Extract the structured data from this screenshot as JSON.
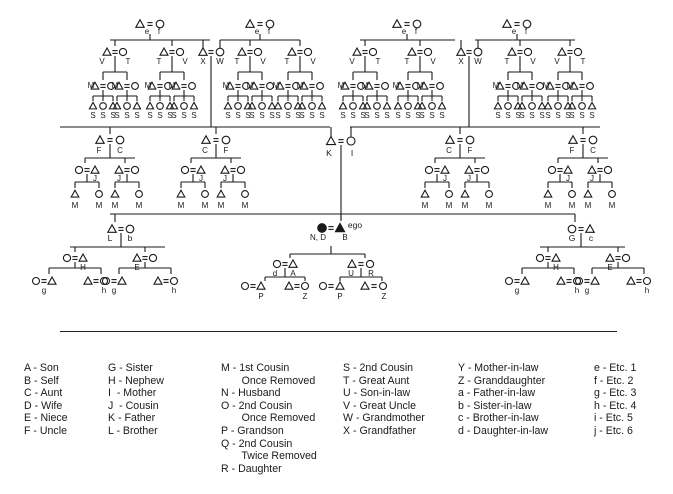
{
  "diagram": {
    "ego_label": "ego",
    "ego_codes": "N, D",
    "self_code": "B",
    "gen1": {
      "left_pair": "e",
      "left_pair2": "e",
      "right_pair": "e",
      "right_pair2": "e",
      "f": "f"
    }
  },
  "legend": {
    "columns": [
      [
        "A - Son",
        "B - Self",
        "C - Aunt",
        "D - Wife",
        "E - Niece",
        "F - Uncle"
      ],
      [
        "G - Sister",
        "H - Nephew",
        "I  - Mother",
        "J  - Cousin",
        "K - Father",
        "L - Brother"
      ],
      [
        "M - 1st Cousin",
        "       Once Removed",
        "N - Husband",
        "O - 2nd Cousin",
        "       Once Removed",
        "P - Grandson",
        "Q - 2nd Cousin",
        "       Twice Removed",
        "R - Daughter"
      ],
      [
        "S - 2nd Cousin",
        "T - Great Aunt",
        "U - Son-in-law",
        "V - Great Uncle",
        "W - Grandmother",
        "X - Grandfather"
      ],
      [
        "Y - Mother-in-law",
        "Z - Granddaughter",
        "a - Father-in-law",
        "b - Sister-in-law",
        "c - Brother-in-law",
        "d - Daughter-in-law"
      ],
      [
        "e - Etc. 1",
        "f - Etc. 2",
        "g - Etc. 3",
        "h - Etc. 4",
        "i - Etc. 5",
        "j - Etc. 6"
      ]
    ]
  }
}
